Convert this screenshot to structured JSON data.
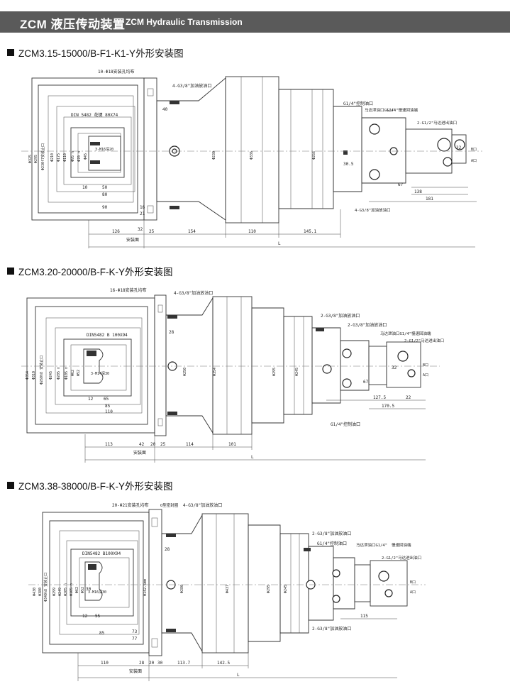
{
  "header": {
    "title_cn": "ZCM 液压传动装置",
    "title_en": "ZCM Hydraulic Transmission"
  },
  "sections": [
    {
      "title": "ZCM3.15-15000/B-F1-K1-Y外形安装图",
      "labels": {
        "holes": "10-Φ18安装孔均布",
        "fill_port": "4-G3/8\"加油放油口",
        "ctrl_port": "G1/4\"控制油口",
        "motor_port": "马达泄油口G1/4\"",
        "brake_port": "G1/4\"慢速回油端",
        "motor_in": "2-G1/2\"马达进出油口",
        "fill_port2": "4-G3/8\"加油放油口",
        "spline": "DIN 5482 花键 80X74",
        "thread": "3-M16深20",
        "port_a": "A口",
        "port_b": "B口",
        "mount_face": "安装面",
        "length": "L"
      },
      "diameters": [
        "Φ325",
        "Φ295",
        "Φ230f7安装止口",
        "Φ210",
        "Φ175",
        "Φ110",
        "Φ95 n",
        "Φ70 n",
        "Φ45",
        "Φ230",
        "Φ336",
        "Φ256"
      ],
      "dims": [
        "40",
        "30.5",
        "67",
        "32",
        "138",
        "181",
        "10",
        "50",
        "80",
        "90",
        "21",
        "16",
        "32",
        "126",
        "25",
        "154",
        "110",
        "145.1"
      ]
    },
    {
      "title": "ZCM3.20-20000/B-F-K-Y外形安装图",
      "labels": {
        "holes": "16-Φ18安装孔均布",
        "fill_port": "4-G3/8\"加油放油口",
        "fill_port2": "2-G3/8\"加油放油口",
        "fill_port3": "2-G3/8\"加油放油口",
        "motor_port": "马达泄油口G1/4\"",
        "brake_port": "慢速回油端",
        "motor_in": "2-G1/2\"马达进出油口",
        "ctrl_port": "G1/4\"控制油口",
        "spline": "DIN5482 B 100X94",
        "thread": "3-M14深30",
        "port_a": "A口",
        "port_b": "B口",
        "mount_face": "安装面",
        "length": "L"
      },
      "diameters": [
        "Φ354",
        "Φ310",
        "Φ260h8 安装止口",
        "Φ245",
        "Φ205 n",
        "Φ105 n",
        "Φ62",
        "Φ52",
        "Φ250",
        "Φ354",
        "Φ295",
        "Φ245"
      ],
      "dims": [
        "28",
        "67",
        "32",
        "127.5",
        "22",
        "170.5",
        "12",
        "65",
        "85",
        "110",
        "113",
        "42",
        "20",
        "25",
        "114",
        "101"
      ]
    },
    {
      "title": "ZCM3.38-38000/B-F-K-Y外形安装图",
      "labels": {
        "holes": "20-Φ21安装孔均布",
        "seal": "O型密封圈",
        "fill_port": "4-G3/8\"加油放油口",
        "fill_port2": "2-G3/8\"加油放油口",
        "ctrl_port": "G1/4\"控制油口",
        "motor_port": "马达泄油口G1/4\"",
        "brake_port": "慢速回油端",
        "motor_in": "2-G1/2\"马达进出油口",
        "fill_port3": "2-G3/8\"加油放油口",
        "spline": "DIN5482 B100X94",
        "thread": "3-M16深30",
        "port_a": "A口",
        "port_b": "B口",
        "mount_face": "安装面",
        "length": "L"
      },
      "diameters": [
        "Φ430",
        "Φ380",
        "Φ340h8 安装止口",
        "Φ299",
        "Φ249",
        "Φ205 n",
        "Φ105 n",
        "Φ62",
        "Φ52",
        "Φ280",
        "Φ437",
        "Φ295",
        "Φ245",
        "Φ142.5mm"
      ],
      "dims": [
        "28",
        "30",
        "12",
        "55",
        "85",
        "73",
        "77",
        "115",
        "110",
        "28",
        "20",
        "30",
        "113.7",
        "142.5"
      ]
    }
  ]
}
